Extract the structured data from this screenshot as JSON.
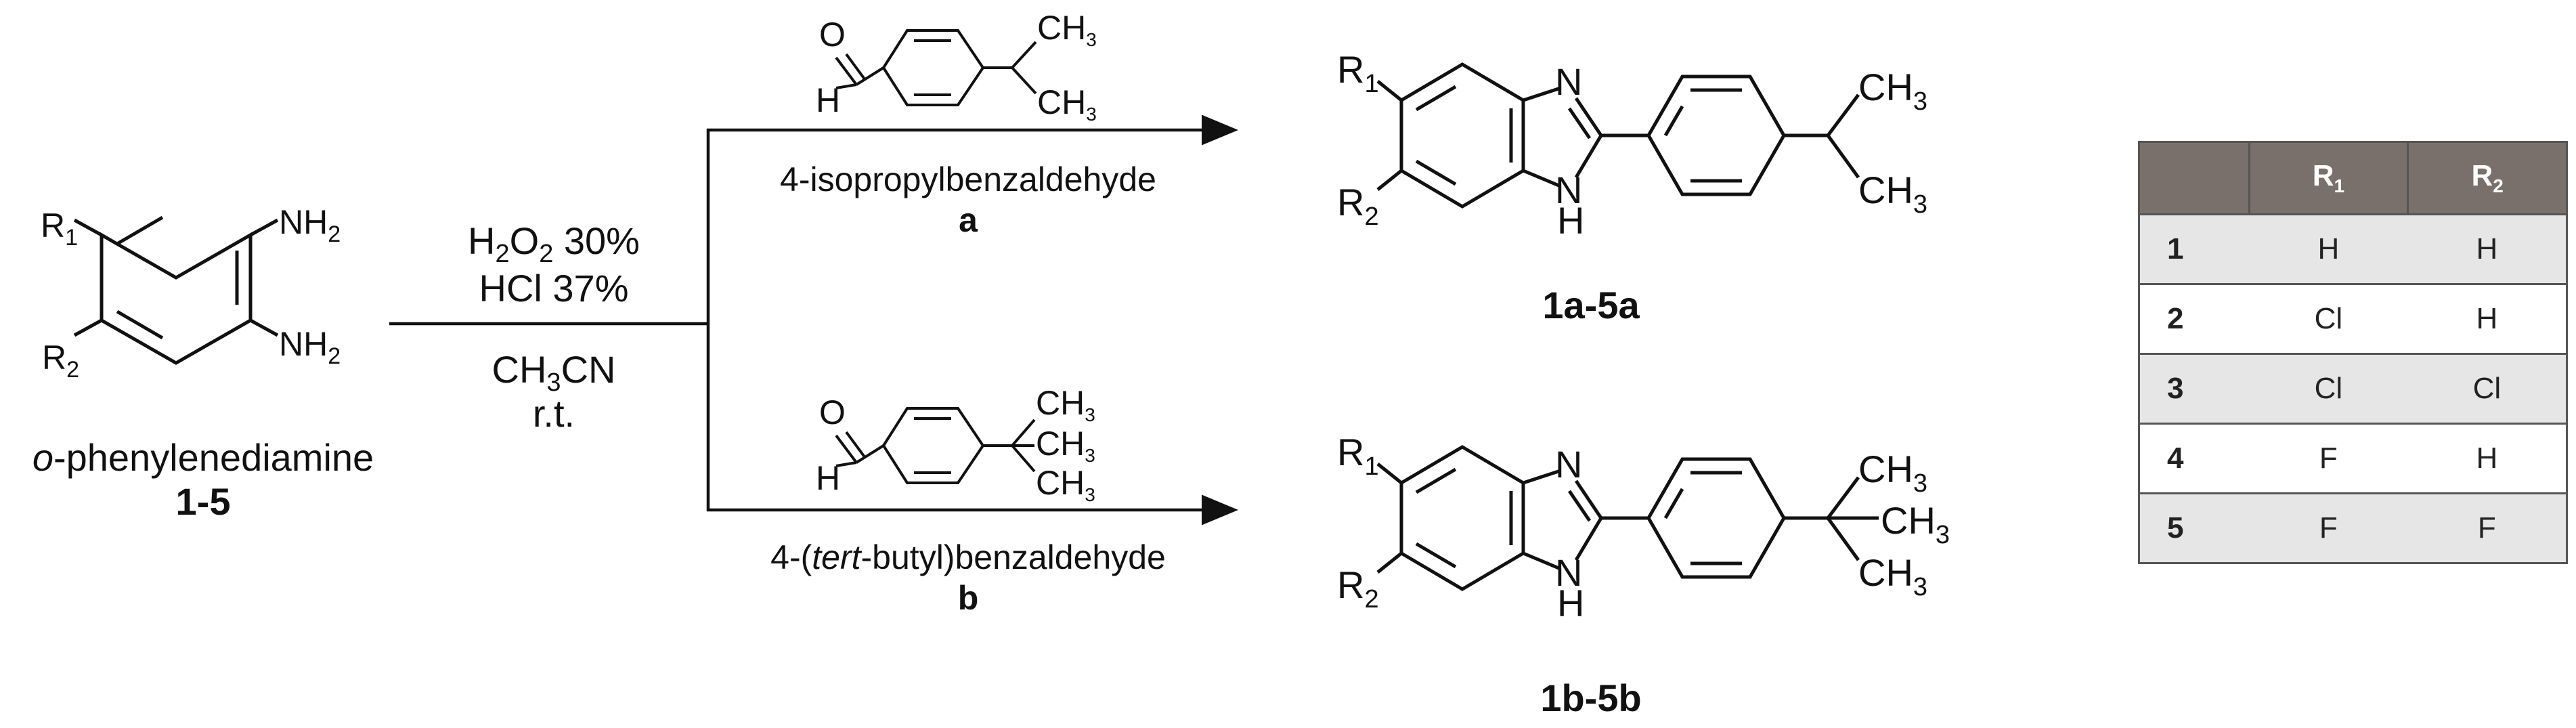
{
  "starting_material": {
    "r1": "R",
    "r1_sub": "1",
    "r2": "R",
    "r2_sub": "2",
    "nh2_top": "NH",
    "nh2_top_sub": "2",
    "nh2_bottom": "NH",
    "nh2_bottom_sub": "2",
    "name_prefix": "o",
    "name_rest": "-phenylenediamine",
    "number": "1-5"
  },
  "conditions": {
    "line1_a": "H",
    "line1_sub1": "2",
    "line1_b": "O",
    "line1_sub2": "2",
    "line1_c": " 30%",
    "line2": "HCl 37%",
    "line3_a": "CH",
    "line3_sub": "3",
    "line3_b": "CN",
    "line4": "r.t."
  },
  "reagent_a": {
    "o": "O",
    "h": "H",
    "ch3_top": "CH",
    "ch3_top_sub": "3",
    "ch3_bottom": "CH",
    "ch3_bottom_sub": "3",
    "name": "4-isopropylbenzaldehyde",
    "letter": "a"
  },
  "reagent_b": {
    "o": "O",
    "h": "H",
    "ch3_1": "CH",
    "ch3_1_sub": "3",
    "ch3_2": "CH",
    "ch3_2_sub": "3",
    "ch3_3": "CH",
    "ch3_3_sub": "3",
    "name_pre": "4-(",
    "name_ital": "tert",
    "name_post": "-butyl)benzaldehyde",
    "letter": "b"
  },
  "product_a": {
    "r1": "R",
    "r1_sub": "1",
    "r2": "R",
    "r2_sub": "2",
    "n": "N",
    "nh_n": "N",
    "nh_h": "H",
    "ch3_top": "CH",
    "ch3_top_sub": "3",
    "ch3_bottom": "CH",
    "ch3_bottom_sub": "3",
    "number": "1a-5a"
  },
  "product_b": {
    "r1": "R",
    "r1_sub": "1",
    "r2": "R",
    "r2_sub": "2",
    "n": "N",
    "nh_n": "N",
    "nh_h": "H",
    "ch3_1": "CH",
    "ch3_1_sub": "3",
    "ch3_2": "CH",
    "ch3_2_sub": "3",
    "ch3_3": "CH",
    "ch3_3_sub": "3",
    "number": "1b-5b"
  },
  "table": {
    "headers": [
      "",
      "R",
      "R"
    ],
    "header_subs": [
      "",
      "1",
      "2"
    ],
    "rows": [
      {
        "id": "1",
        "r1": "H",
        "r2": "H"
      },
      {
        "id": "2",
        "r1": "Cl",
        "r2": "H"
      },
      {
        "id": "3",
        "r1": "Cl",
        "r2": "Cl"
      },
      {
        "id": "4",
        "r1": "F",
        "r2": "H"
      },
      {
        "id": "5",
        "r1": "F",
        "r2": "F"
      }
    ]
  }
}
